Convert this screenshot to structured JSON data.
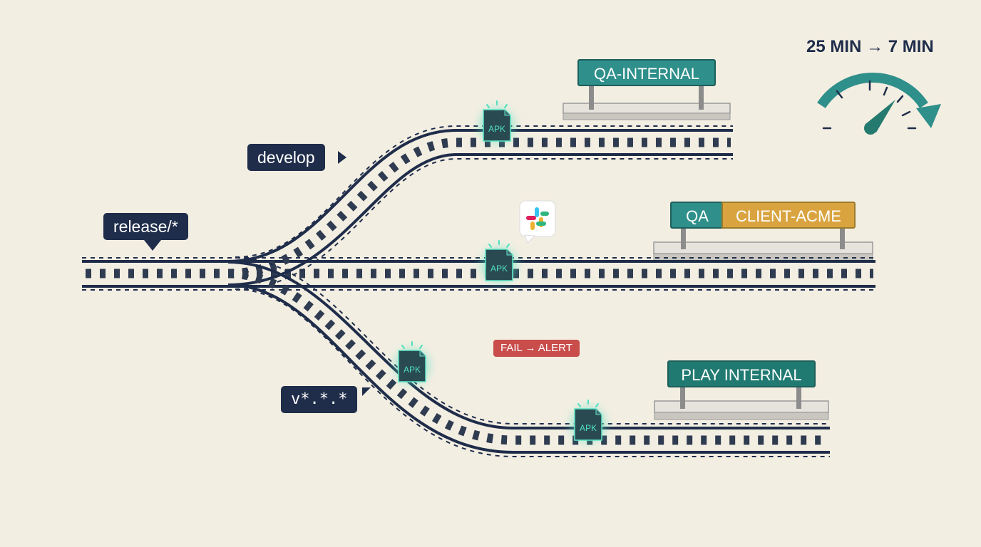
{
  "branches": {
    "develop": "develop",
    "release": "release/*",
    "version": "v*.*.*"
  },
  "stations": {
    "qa_internal": "QA-INTERNAL",
    "qa": "QA",
    "client_acme": "CLIENT-ACME",
    "play_internal": "PLAY INTERNAL"
  },
  "artifact_label": "APK",
  "alert": "FAIL → ALERT",
  "speed": {
    "label": "25 MIN → 7 MIN"
  },
  "icons": {
    "notification": "slack-icon",
    "artifact": "apk-file-icon",
    "speed": "speedometer-icon"
  },
  "colors": {
    "background": "#f3eee2",
    "rail": "#1f2d4a",
    "tag_bg": "#1f2d4a",
    "sign_teal": "#2f8f8a",
    "sign_gold": "#d9a440",
    "alert_red": "#c84d4b",
    "glow": "#4fe0bf"
  }
}
